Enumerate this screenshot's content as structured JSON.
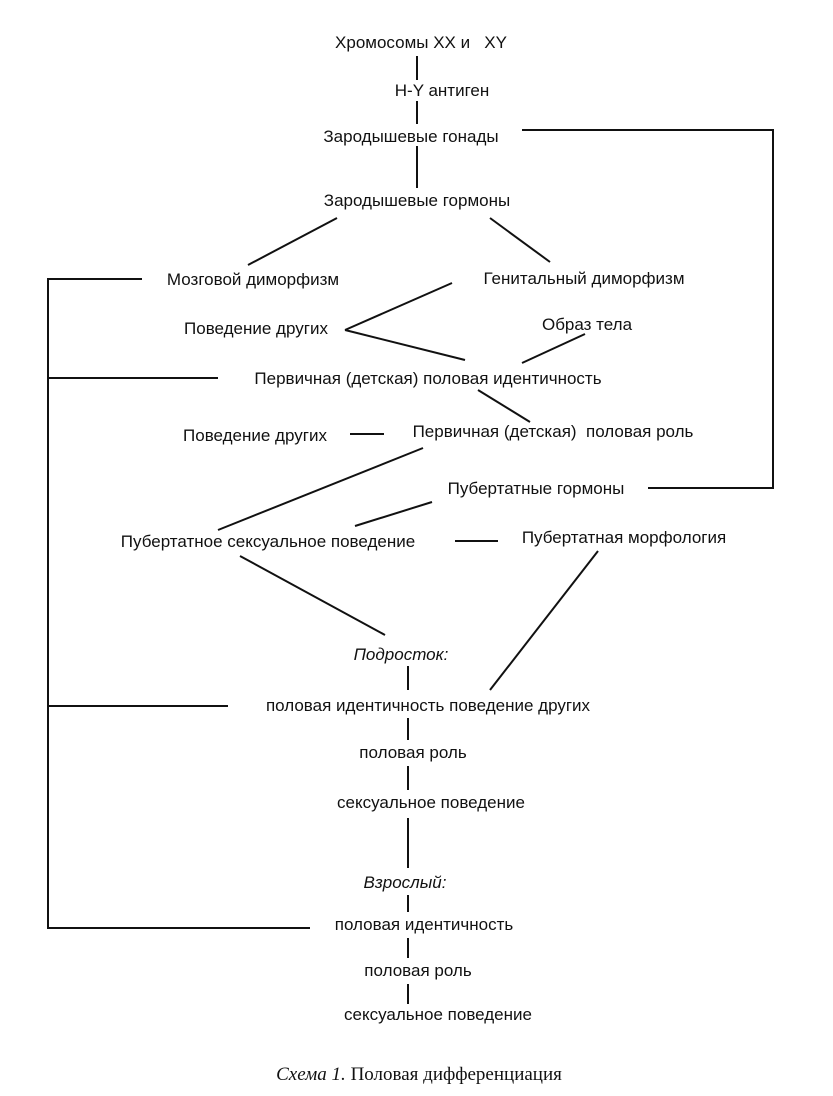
{
  "nodes": {
    "chromosomes": "Хромосомы XX и   XY",
    "hy_antigen": "H-Y антиген",
    "germ_gonads": "Зародышевые гонады",
    "germ_hormones": "Зародышевые гормоны",
    "brain_dimorphism": "Мозговой диморфизм",
    "genital_dimorphism": "Генитальный диморфизм",
    "others_behavior_1": "Поведение других",
    "body_image": "Образ тела",
    "primary_identity": "Первичная (детская) половая идентичность",
    "others_behavior_2": "Поведение других",
    "primary_role": "Первичная (детская)  половая роль",
    "pubertal_hormones": "Пубертатные гормоны",
    "pubertal_sexual_behavior": "Пубертатное сексуальное поведение",
    "pubertal_morphology": "Пубертатная морфология",
    "adolescent": "Подросток:",
    "adolescent_identity": "половая идентичность поведение других",
    "adolescent_role": "половая роль",
    "adolescent_behavior": "сексуальное поведение",
    "adult": "Взрослый:",
    "adult_identity": "половая идентичность",
    "adult_role": "половая роль",
    "adult_behavior": "сексуальное поведение"
  },
  "caption": {
    "prefix": "Схема 1.",
    "title": " Половая дифференциация"
  }
}
